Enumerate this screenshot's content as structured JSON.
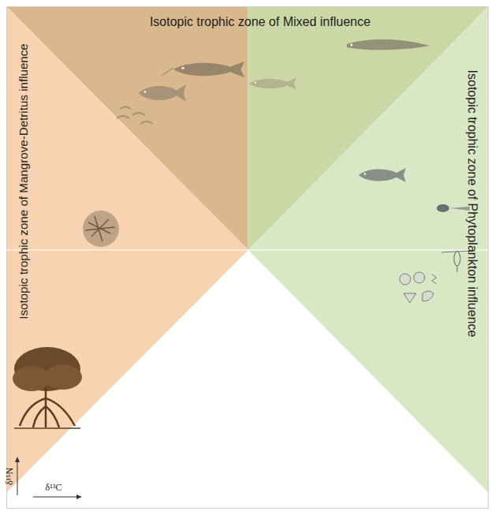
{
  "diagram": {
    "nodes": [
      {
        "text": [
          "Isotopic trophic zone of Mixed influence"
        ]
      },
      {
        "text": [
          "Isotopic trophic zone of Mangrove-Detritus influence"
        ]
      },
      {
        "text": [
          "Isotopic trophic zone of Phytoplankton influence"
        ]
      }
    ],
    "labels": [
      "δ¹⁵N",
      "δ¹³C"
    ]
  }
}
